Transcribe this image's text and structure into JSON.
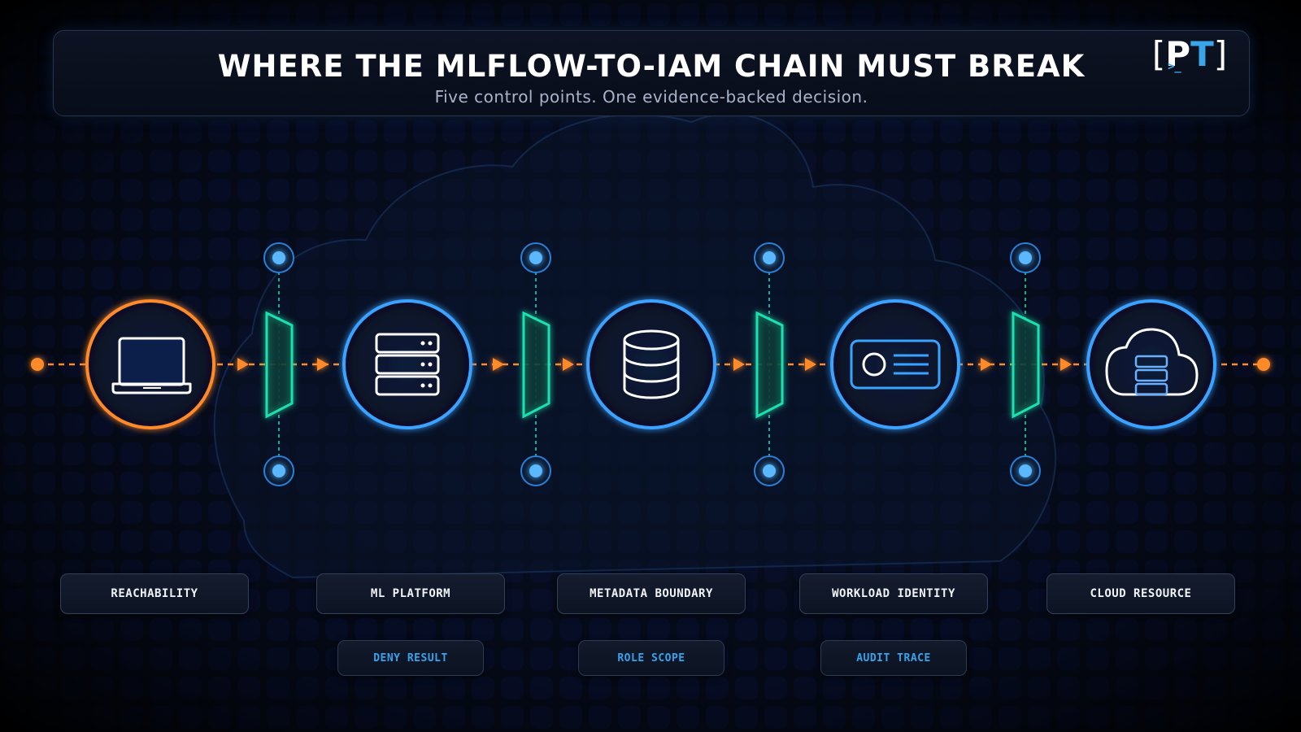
{
  "header": {
    "title": "WHERE THE MLFLOW-TO-IAM CHAIN MUST BREAK",
    "subtitle": "Five control points. One evidence-backed decision.",
    "logo": {
      "left": "[",
      "p": "P",
      "t": "T",
      "right": "]",
      "prompt": ">_"
    }
  },
  "colors": {
    "flow": "#ff8a2a",
    "ring_source": "#ff8a2a",
    "ring_node": "#3aa2ff",
    "gate": "#1fe0b0",
    "evidence_text": "#36a3ec"
  },
  "nodes": [
    {
      "icon": "laptop-icon",
      "ring": "orange"
    },
    {
      "icon": "server-stack-icon",
      "ring": "blue"
    },
    {
      "icon": "database-icon",
      "ring": "blue"
    },
    {
      "icon": "id-card-icon",
      "ring": "blue"
    },
    {
      "icon": "cloud-server-icon",
      "ring": "blue"
    }
  ],
  "control_points": {
    "labels": [
      "REACHABILITY",
      "ML PLATFORM",
      "METADATA BOUNDARY",
      "WORKLOAD IDENTITY",
      "CLOUD RESOURCE"
    ]
  },
  "evidence": {
    "labels": [
      "DENY RESULT",
      "ROLE SCOPE",
      "AUDIT TRACE"
    ]
  }
}
